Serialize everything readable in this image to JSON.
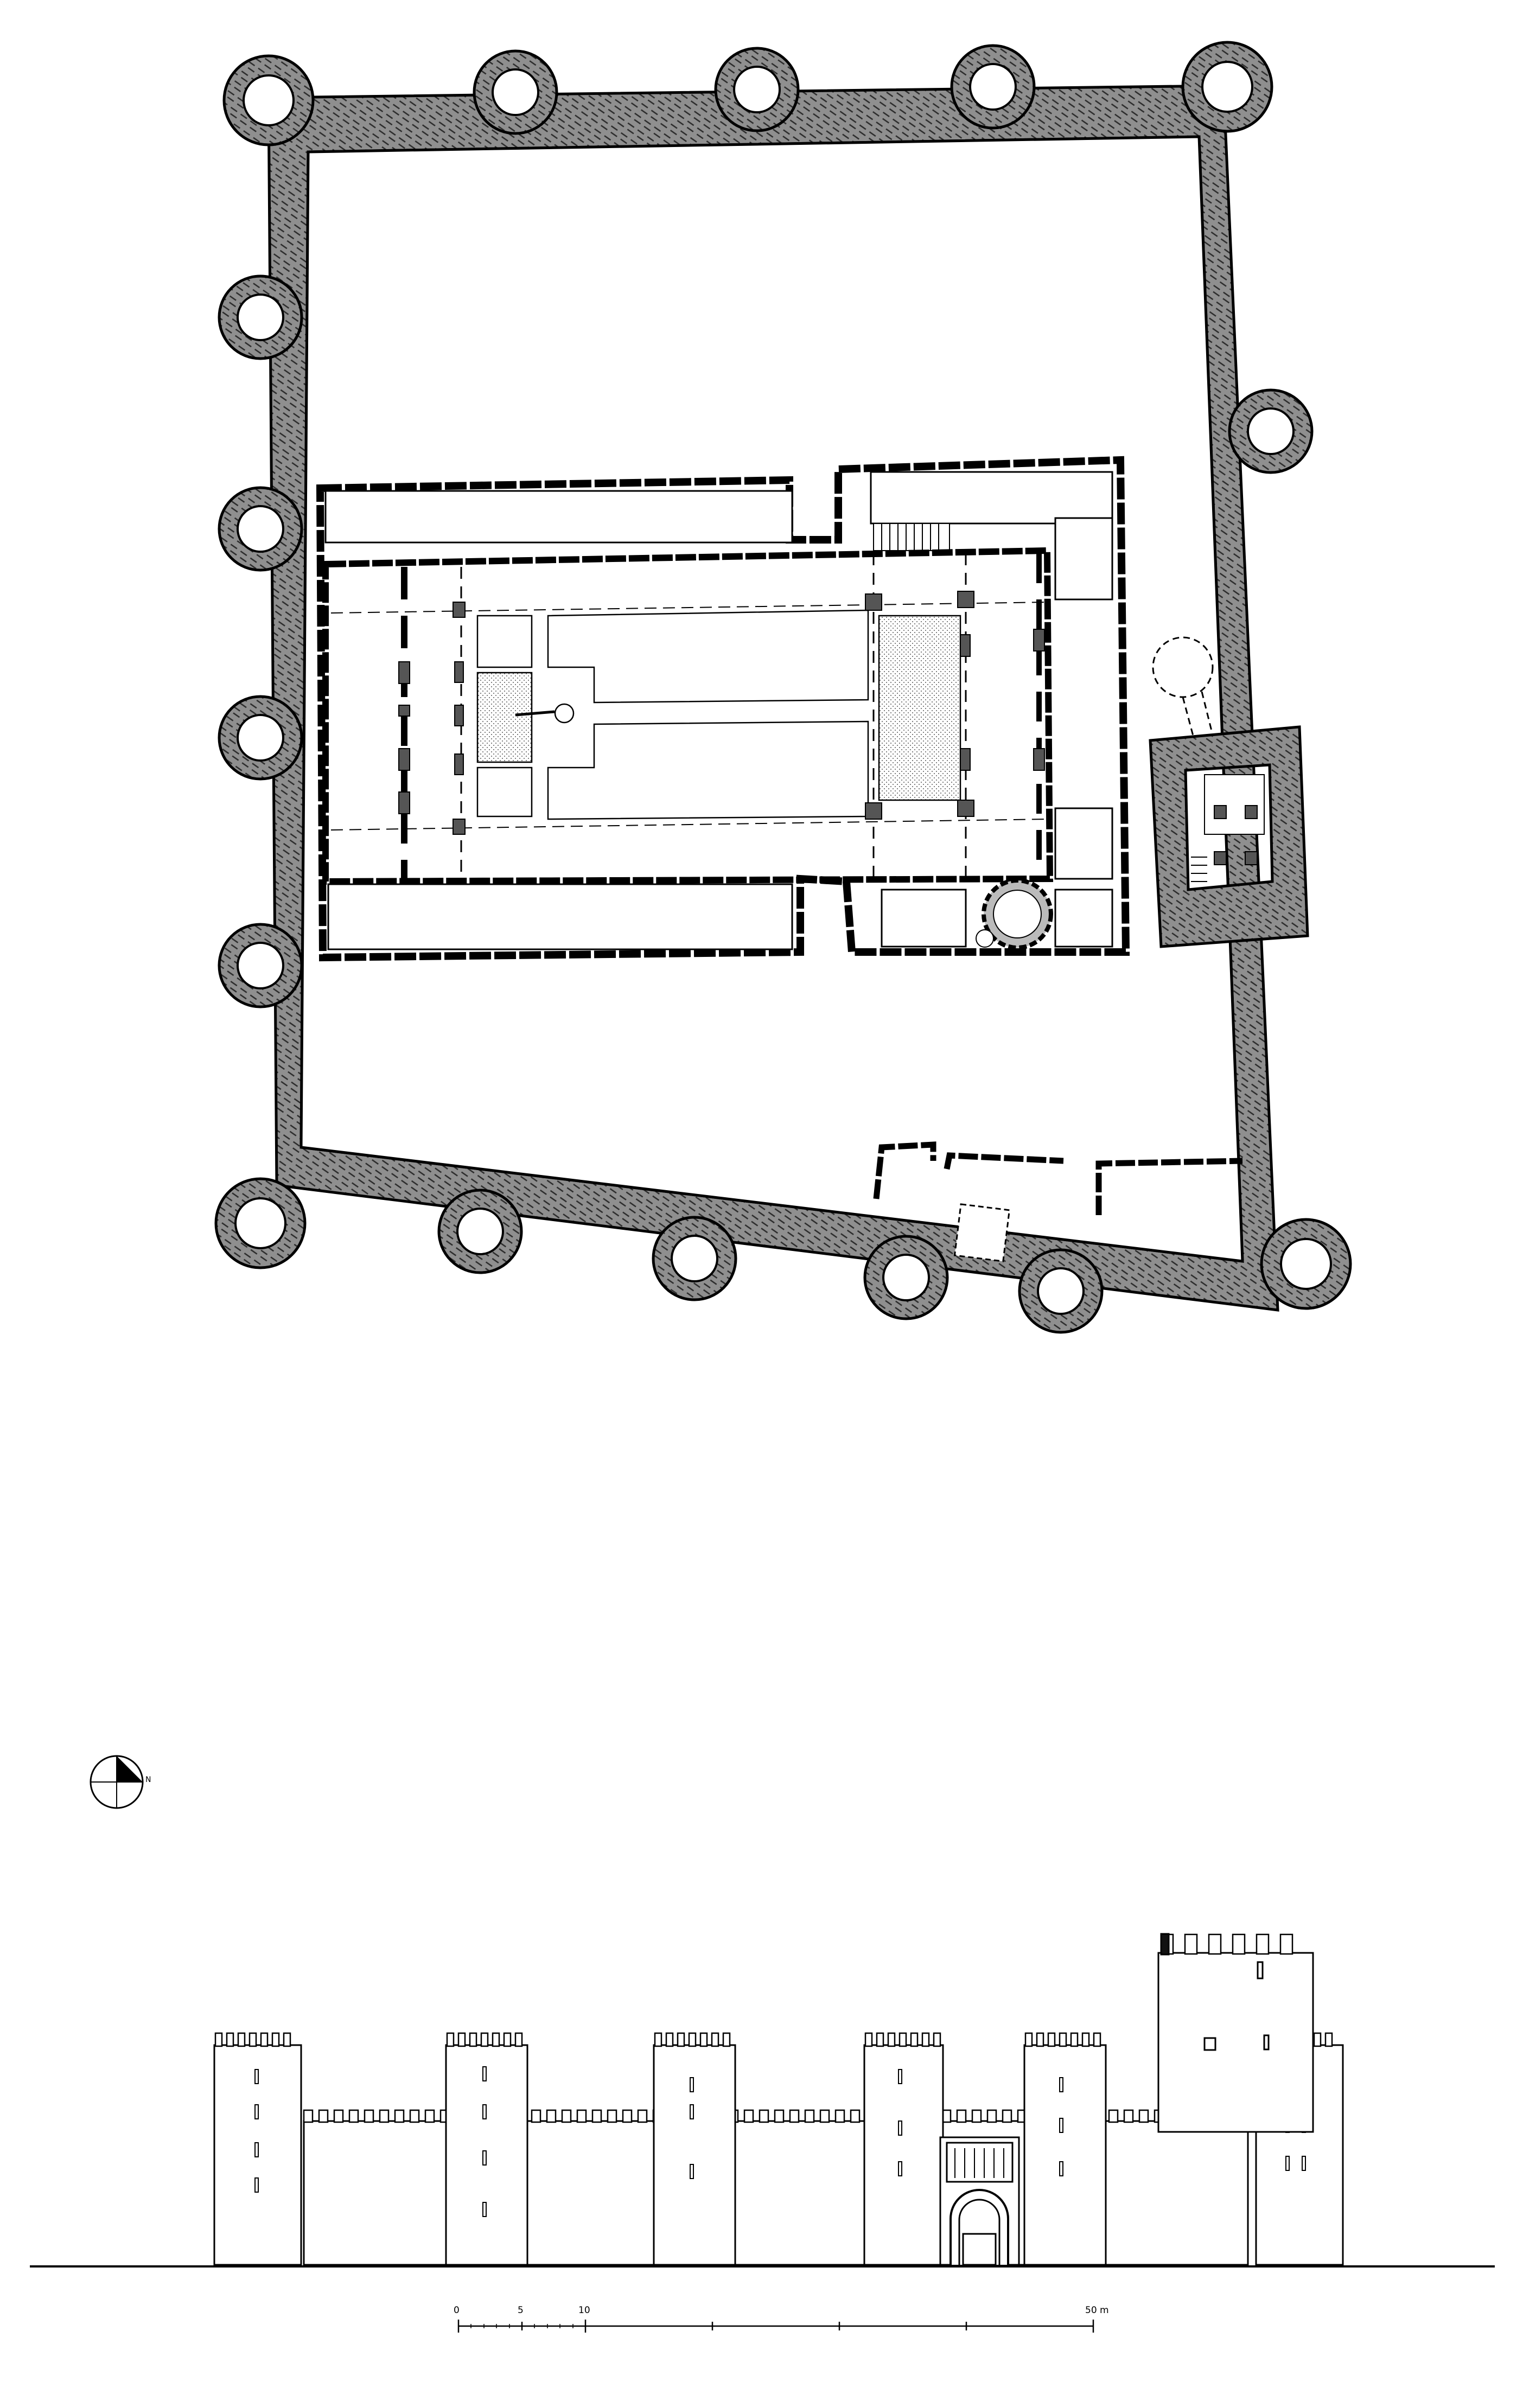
{
  "north_arrow": {
    "label": "N"
  },
  "scale_bar": {
    "unit": "m",
    "ticks": [
      "0",
      "5",
      "10",
      "50 m"
    ]
  },
  "colors": {
    "wall_fill": "#8f8f8f",
    "line": "#000000",
    "background": "#ffffff"
  }
}
